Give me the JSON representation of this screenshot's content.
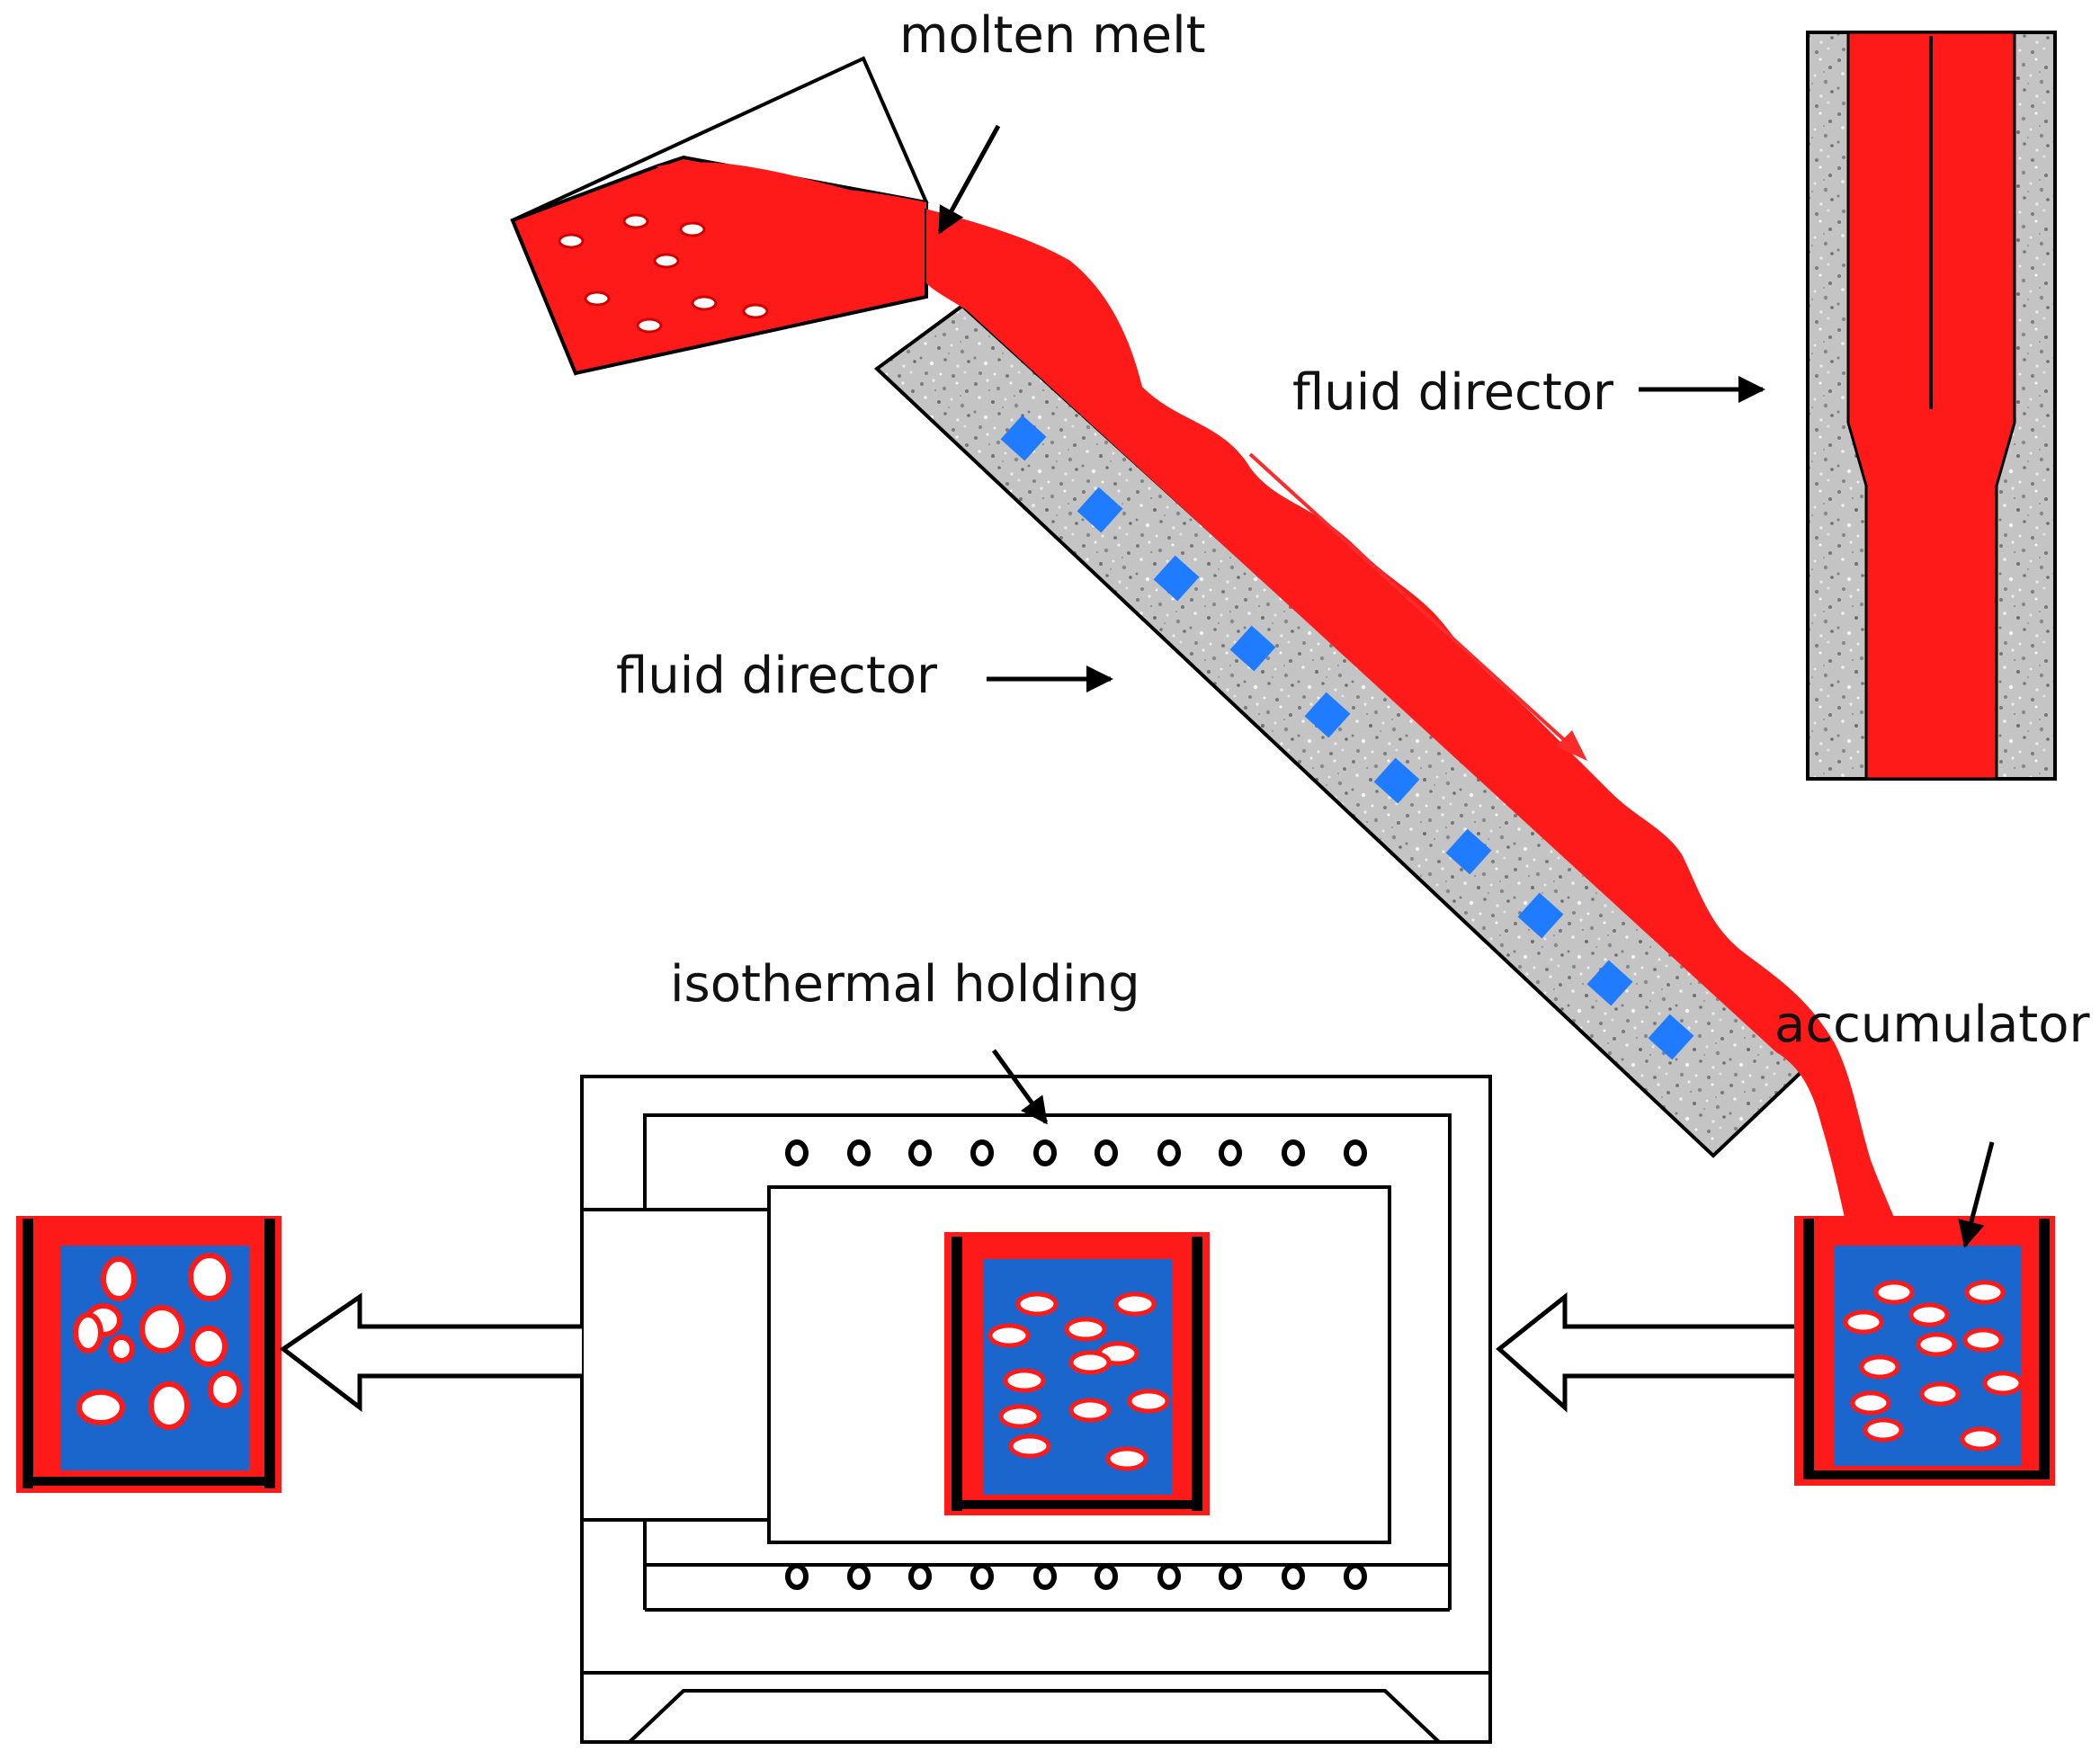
{
  "labels": {
    "molten_melt": "molten melt",
    "fluid_director_top": "fluid director",
    "fluid_director_mid": "fluid director",
    "accumulator": "accumulator",
    "isothermal_holding": "isothermal holding"
  },
  "colors": {
    "melt_red": "#ff1a1a",
    "solid_blue": "#1a66cc",
    "bright_blue": "#1f7bff",
    "granite_gray": "#b9b9b9",
    "outline_black": "#000000",
    "droplet_white": "#ffffff"
  }
}
